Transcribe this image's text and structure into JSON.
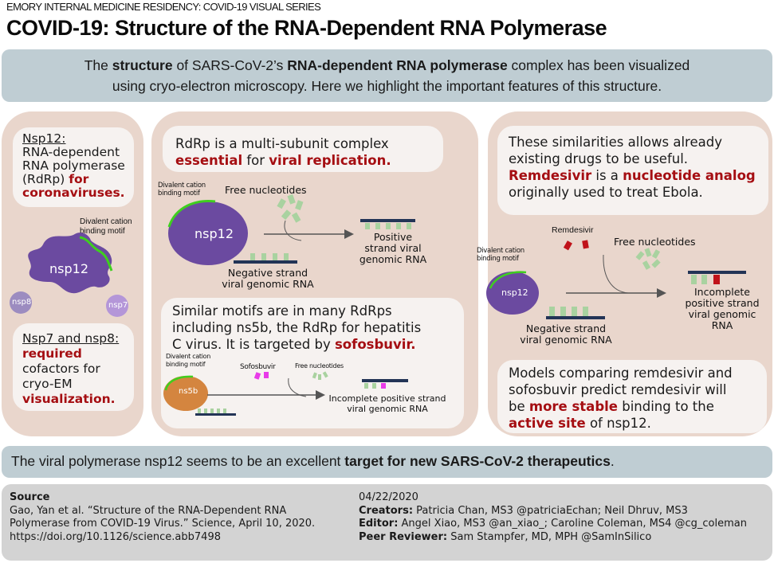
{
  "header": {
    "series": "EMORY INTERNAL MEDICINE RESIDENCY: COVID-19 VISUAL SERIES",
    "title": "COVID-19: Structure of the RNA-Dependent RNA Polymerase"
  },
  "intro": {
    "t1": "The ",
    "b1": "structure",
    "t2": " of SARS-CoV-2’s ",
    "b2": "RNA-dependent RNA polymerase",
    "t3": " complex has been visualized",
    "line2": "using cryo-electron microscopy. Here we highlight the important features of this structure."
  },
  "col1": {
    "card1": {
      "heading": "Nsp12:",
      "text": "RNA-dependent RNA polymerase (RdRp) ",
      "highlight": "for coronaviruses."
    },
    "diagram": {
      "motif_label": "Divalent cation binding motif",
      "nsp12": "nsp12",
      "nsp8": "nsp8",
      "nsp7": "nsp7"
    },
    "card2": {
      "heading": "Nsp7 and nsp8:",
      "highlight1": "required",
      "text": "cofactors for cryo-EM",
      "highlight2": "visualization."
    }
  },
  "col2": {
    "card1": {
      "line1": "RdRp is a multi-subunit complex",
      "highlight1": "essential",
      "mid": " for ",
      "highlight2": "viral replication."
    },
    "diagram1": {
      "motif_label": "Divalent cation binding motif",
      "free_nucleotides": "Free nucleotides",
      "nsp12": "nsp12",
      "positive": "Positive strand viral genomic RNA",
      "negative": "Negative strand viral genomic RNA"
    },
    "card2": {
      "line1": "Similar motifs are in many RdRps",
      "line2": "including ns5b, the RdRp for hepatitis",
      "line3": "C virus. It is targeted by ",
      "highlight": "sofosbuvir."
    },
    "diagram2": {
      "motif_label": "Divalent cation binding motif",
      "drug": "Sofosbuvir",
      "free_nucleotides": "Free nucleotides",
      "enzyme": "ns5b",
      "result": "Incomplete positive strand viral genomic RNA"
    }
  },
  "col3": {
    "card1": {
      "line1": "These similarities allows already",
      "line2": "existing drugs to be useful.",
      "highlight1": "Remdesivir",
      "mid": " is a ",
      "highlight2": "nucleotide analog",
      "line4": "originally used to treat Ebola."
    },
    "diagram": {
      "drug": "Remdesivir",
      "free_nucleotides": "Free nucleotides",
      "motif_label": "Divalent cation binding motif",
      "nsp12": "nsp12",
      "negative": "Negative strand viral genomic RNA",
      "result": "Incomplete positive strand viral genomic RNA"
    },
    "card2": {
      "line1": "Models comparing remdesivir and",
      "line2": "sofosbuvir predict remdesivir will",
      "t3": "be ",
      "highlight1": "more stable",
      "t4": " binding to the",
      "highlight2": "active site",
      "t5": " of nsp12."
    }
  },
  "conclusion": {
    "text": "The viral polymerase nsp12 seems to be an excellent ",
    "bold": "target for new SARS-CoV-2 therapeutics",
    "end": "."
  },
  "footer": {
    "source_label": "Source",
    "citation_line1": "Gao, Yan et al. “Structure of the RNA-Dependent RNA",
    "citation_line2": "Polymerase from COVID-19 Virus.” Science, April 10, 2020.",
    "doi": "https://doi.org/10.1126/science.abb7498",
    "date": "04/22/2020",
    "creators_label": "Creators:",
    "creators": " Patricia Chan, MS3 @patriciaEchan; Neil Dhruv, MS3",
    "editor_label": "Editor:",
    "editor": " Angel Xiao, MS3 @an_xiao_; Caroline Coleman, MS4 @cg_coleman",
    "reviewer_label": "Peer Reviewer:",
    "reviewer": " Sam Stampfer, MD, MPH @SamInSilico"
  },
  "colors": {
    "accent_red": "#a50e12",
    "panel_bg": "#e9d6cc",
    "banner_bg": "#bfcdd3",
    "footer_bg": "#d3d3d3",
    "nsp12_purple": "#6b4aa0",
    "ns5b_orange": "#d4853f",
    "motif_green": "#3fcf1f",
    "rna_navy": "#233456",
    "nucleotide_green": "#a9d2a0",
    "sofosbuvir_magenta": "#e83be8",
    "remdesivir_red": "#c0121a"
  }
}
